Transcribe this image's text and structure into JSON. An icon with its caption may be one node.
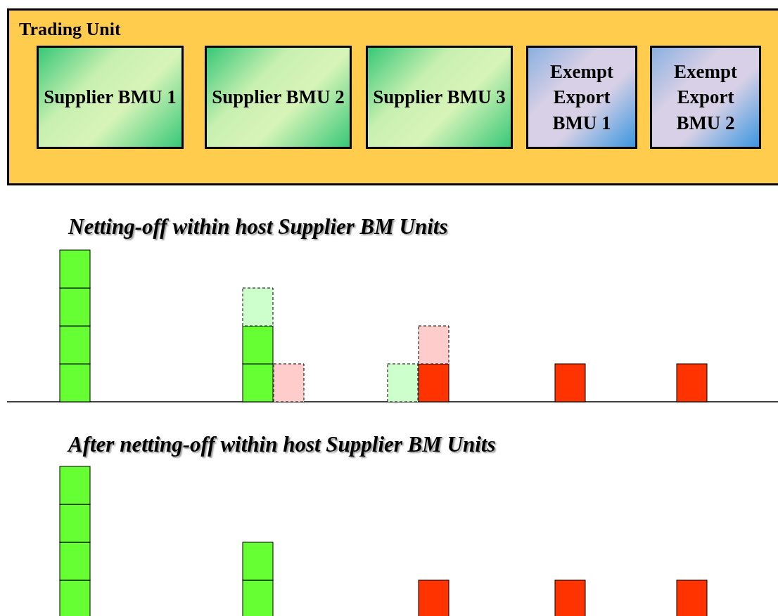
{
  "diagram": {
    "nodes": [
      {
        "text": [
          "Trading Unit"
        ]
      },
      {
        "text": [
          "Supplier BMU 1"
        ],
        "in": 0
      },
      {
        "text": [
          "Supplier BMU 2"
        ],
        "in": 0
      },
      {
        "text": [
          "Supplier BMU 3"
        ],
        "in": 0
      },
      {
        "text": [
          "Exempt Export BMU 1"
        ],
        "in": 0
      },
      {
        "text": [
          "Exempt Export BMU 2"
        ],
        "in": 0
      }
    ],
    "edges": [],
    "labels": [
      "Netting-off within host Supplier BM Units",
      "After netting-off within host Supplier BM Units"
    ]
  }
}
